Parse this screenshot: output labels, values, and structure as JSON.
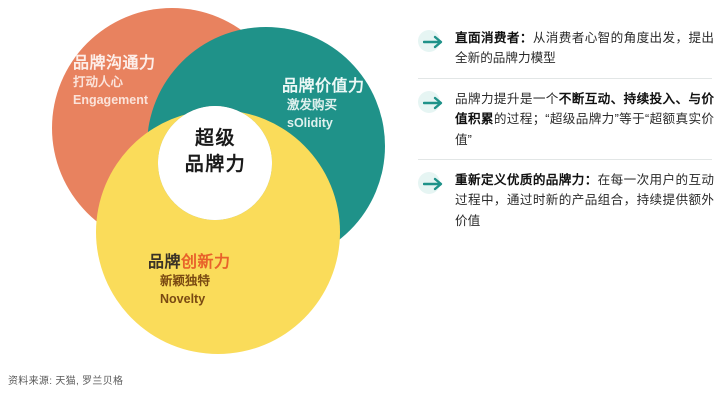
{
  "colors": {
    "communication": "#E8825F",
    "value": "#1F9289",
    "novelty": "#FADC5A",
    "core_bg": "#FFFFFF",
    "accent_arrow": "#1F9289",
    "arrow_halo": "#E6F5F3",
    "divider": "#E2E6E6",
    "novelty_title_dark": "#3A3226",
    "novelty_title_orange": "#E8622A",
    "novelty_sub": "#7A4A12"
  },
  "venn": {
    "circles": [
      {
        "key": "communication",
        "title": "品牌沟通力",
        "sub_cn": "打动人心",
        "sub_en": "Engagement"
      },
      {
        "key": "value",
        "title": "品牌价值力",
        "sub_cn": "激发购买",
        "sub_en": "sOlidity"
      },
      {
        "key": "novelty",
        "title_part1": "品牌",
        "title_part2": "创新力",
        "sub_cn": "新颖独特",
        "sub_en": "Novelty"
      }
    ],
    "core": {
      "line1": "超级",
      "line2": "品牌力"
    }
  },
  "bullets": [
    {
      "icon": "arrow-right-icon",
      "lead": "直面消费者：",
      "rest": "从消费者心智的角度出发，提出全新的品牌力模型"
    },
    {
      "icon": "arrow-right-icon",
      "pre": "品牌力提升是一个",
      "strong": "不断互动、持续投入、与价值积累",
      "post": "的过程；“超级品牌力”等于“超额真实价值”"
    },
    {
      "icon": "arrow-right-icon",
      "lead": "重新定义优质的品牌力：",
      "rest": "在每一次用户的互动过程中，通过时新的产品组合，持续提供额外价值"
    }
  ],
  "footer": {
    "source": "资料来源: 天猫, 罗兰贝格"
  }
}
